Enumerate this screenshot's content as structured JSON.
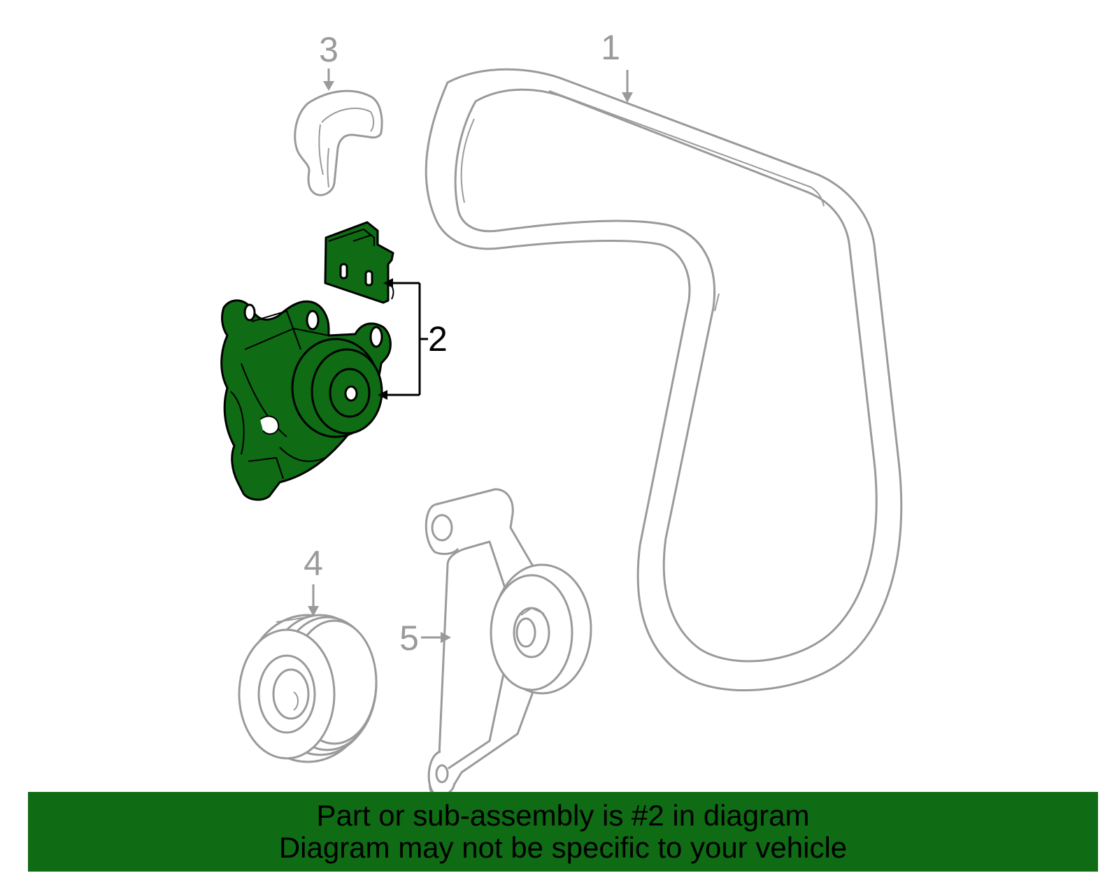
{
  "diagram": {
    "colors": {
      "highlight_fill": "#0f6b14",
      "outline_muted": "#9a9a9a",
      "outline_highlight": "#000000",
      "banner_background": "#0f6b14",
      "banner_text": "#000000"
    },
    "callouts": [
      {
        "id": "part-1",
        "label": "1",
        "highlighted": false
      },
      {
        "id": "part-2",
        "label": "2",
        "highlighted": true
      },
      {
        "id": "part-3",
        "label": "3",
        "highlighted": false
      },
      {
        "id": "part-4",
        "label": "4",
        "highlighted": false
      },
      {
        "id": "part-5",
        "label": "5",
        "highlighted": false
      }
    ]
  },
  "banner": {
    "line1": "Part or sub-assembly is #2 in diagram",
    "line2": "Diagram may not be specific to your vehicle"
  }
}
